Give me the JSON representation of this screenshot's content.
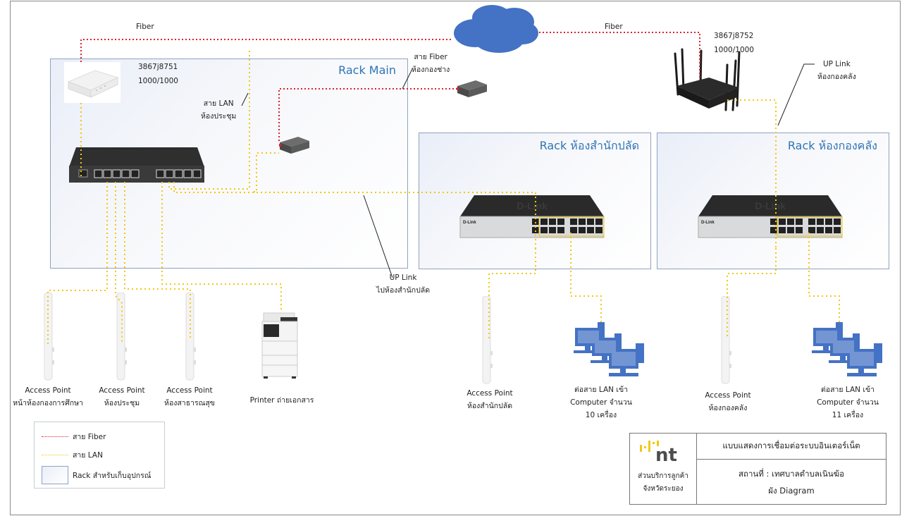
{
  "colors": {
    "fiber": "#d9232d",
    "lan": "#f2c811",
    "rack_title": "#2e74b5",
    "cloud": "#4472c4",
    "logo_yellow": "#f2c811",
    "logo_gray": "#4d4d4d"
  },
  "links": {
    "fiber_left": "Fiber",
    "fiber_right": "Fiber",
    "fiber_kongchang_1": "สาย Fiber",
    "fiber_kongchang_2": "ห้องกองช่าง",
    "lan_meeting_1": "สาย LAN",
    "lan_meeting_2": "ห้องประชุม",
    "uplink_palad_1": "UP Link",
    "uplink_palad_2": "ไปห้องสำนักปลัด",
    "uplink_klang_1": "UP Link",
    "uplink_klang_2": "ห้องกองคลัง"
  },
  "devices": {
    "ont_main": {
      "id": "3867j8751",
      "speed": "1000/1000",
      "icon": "ont-router-icon"
    },
    "router_klang": {
      "id": "3867j8752",
      "speed": "1000/1000",
      "icon": "wifi-router-icon"
    },
    "cloud": {
      "icon": "cloud-icon"
    },
    "core_router": {
      "icon": "ethernet-router-icon"
    },
    "media_converter_1": {
      "icon": "media-converter-icon"
    },
    "media_converter_2": {
      "icon": "media-converter-icon"
    }
  },
  "racks": [
    {
      "title": "Rack Main"
    },
    {
      "title": "Rack ห้องสำนักปลัด"
    },
    {
      "title": "Rack ห้องกองคลัง"
    }
  ],
  "endpoints": [
    {
      "line1": "Access Point",
      "line2": "หน้าห้องกองการศึกษา"
    },
    {
      "line1": "Access Point",
      "line2": "ห้องประชุม"
    },
    {
      "line1": "Access Point",
      "line2": "ห้องสาธารณสุข"
    },
    {
      "line1": "Printer ถ่ายเอกสาร"
    },
    {
      "line1": "Access Point",
      "line2": "ห้องสำนักปลัด"
    },
    {
      "line1": "ต่อสาย LAN เข้า",
      "line2": "Computer จำนวน",
      "line3": "10 เครื่อง"
    },
    {
      "line1": "Access Point",
      "line2": "ห้องกองคลัง"
    },
    {
      "line1": "ต่อสาย LAN เข้า",
      "line2": "Computer จำนวน",
      "line3": "11 เครื่อง"
    }
  ],
  "legend": {
    "items": [
      {
        "label": "สาย Fiber",
        "type": "fiber"
      },
      {
        "label": "สาย LAN",
        "type": "lan"
      },
      {
        "label": "Rack สำหรับเก็บอุปกรณ์",
        "type": "rack"
      }
    ]
  },
  "titleblock": {
    "logo_text": "nt",
    "org_1": "ส่วนบริการลูกค้า",
    "org_2": "จังหวัดระยอง",
    "title": "แบบแสดงการเชื่อมต่อระบบอินเตอร์เน็ต",
    "location": "สถานที่ : เทศบาลตำบลเนินฆ้อ",
    "subtitle": "ผัง Diagram"
  }
}
